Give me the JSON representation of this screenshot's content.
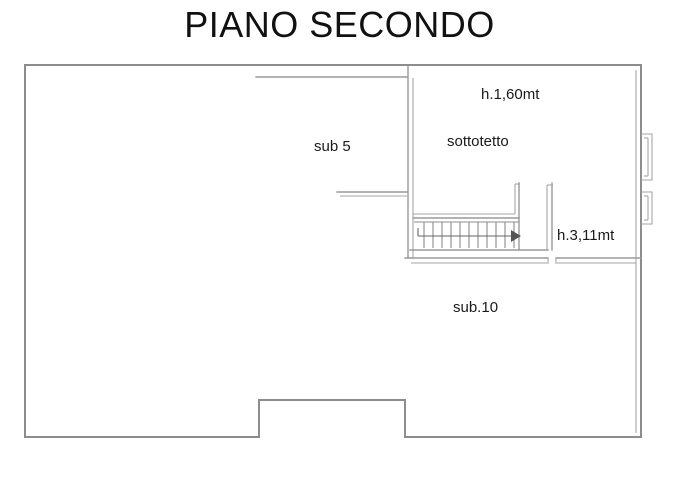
{
  "document": {
    "title": "PIANO SECONDO",
    "type": "architectural-floor-plan",
    "background_color": "#ffffff",
    "line_color": "#8d8d8d",
    "text_color": "#1a1a1a"
  },
  "labels": {
    "sub5": "sub 5",
    "height_attic": "h.1,60mt",
    "attic": "sottotetto",
    "height_stair": "h.3,11mt",
    "sub10": "sub.10"
  },
  "features": {
    "staircase": {
      "name": "staircase",
      "steps": 11,
      "direction_arrow": "right"
    },
    "windows": {
      "name": "window-bays",
      "count": 2,
      "wall": "right-exterior"
    },
    "door_openings": {
      "count": 2
    }
  }
}
